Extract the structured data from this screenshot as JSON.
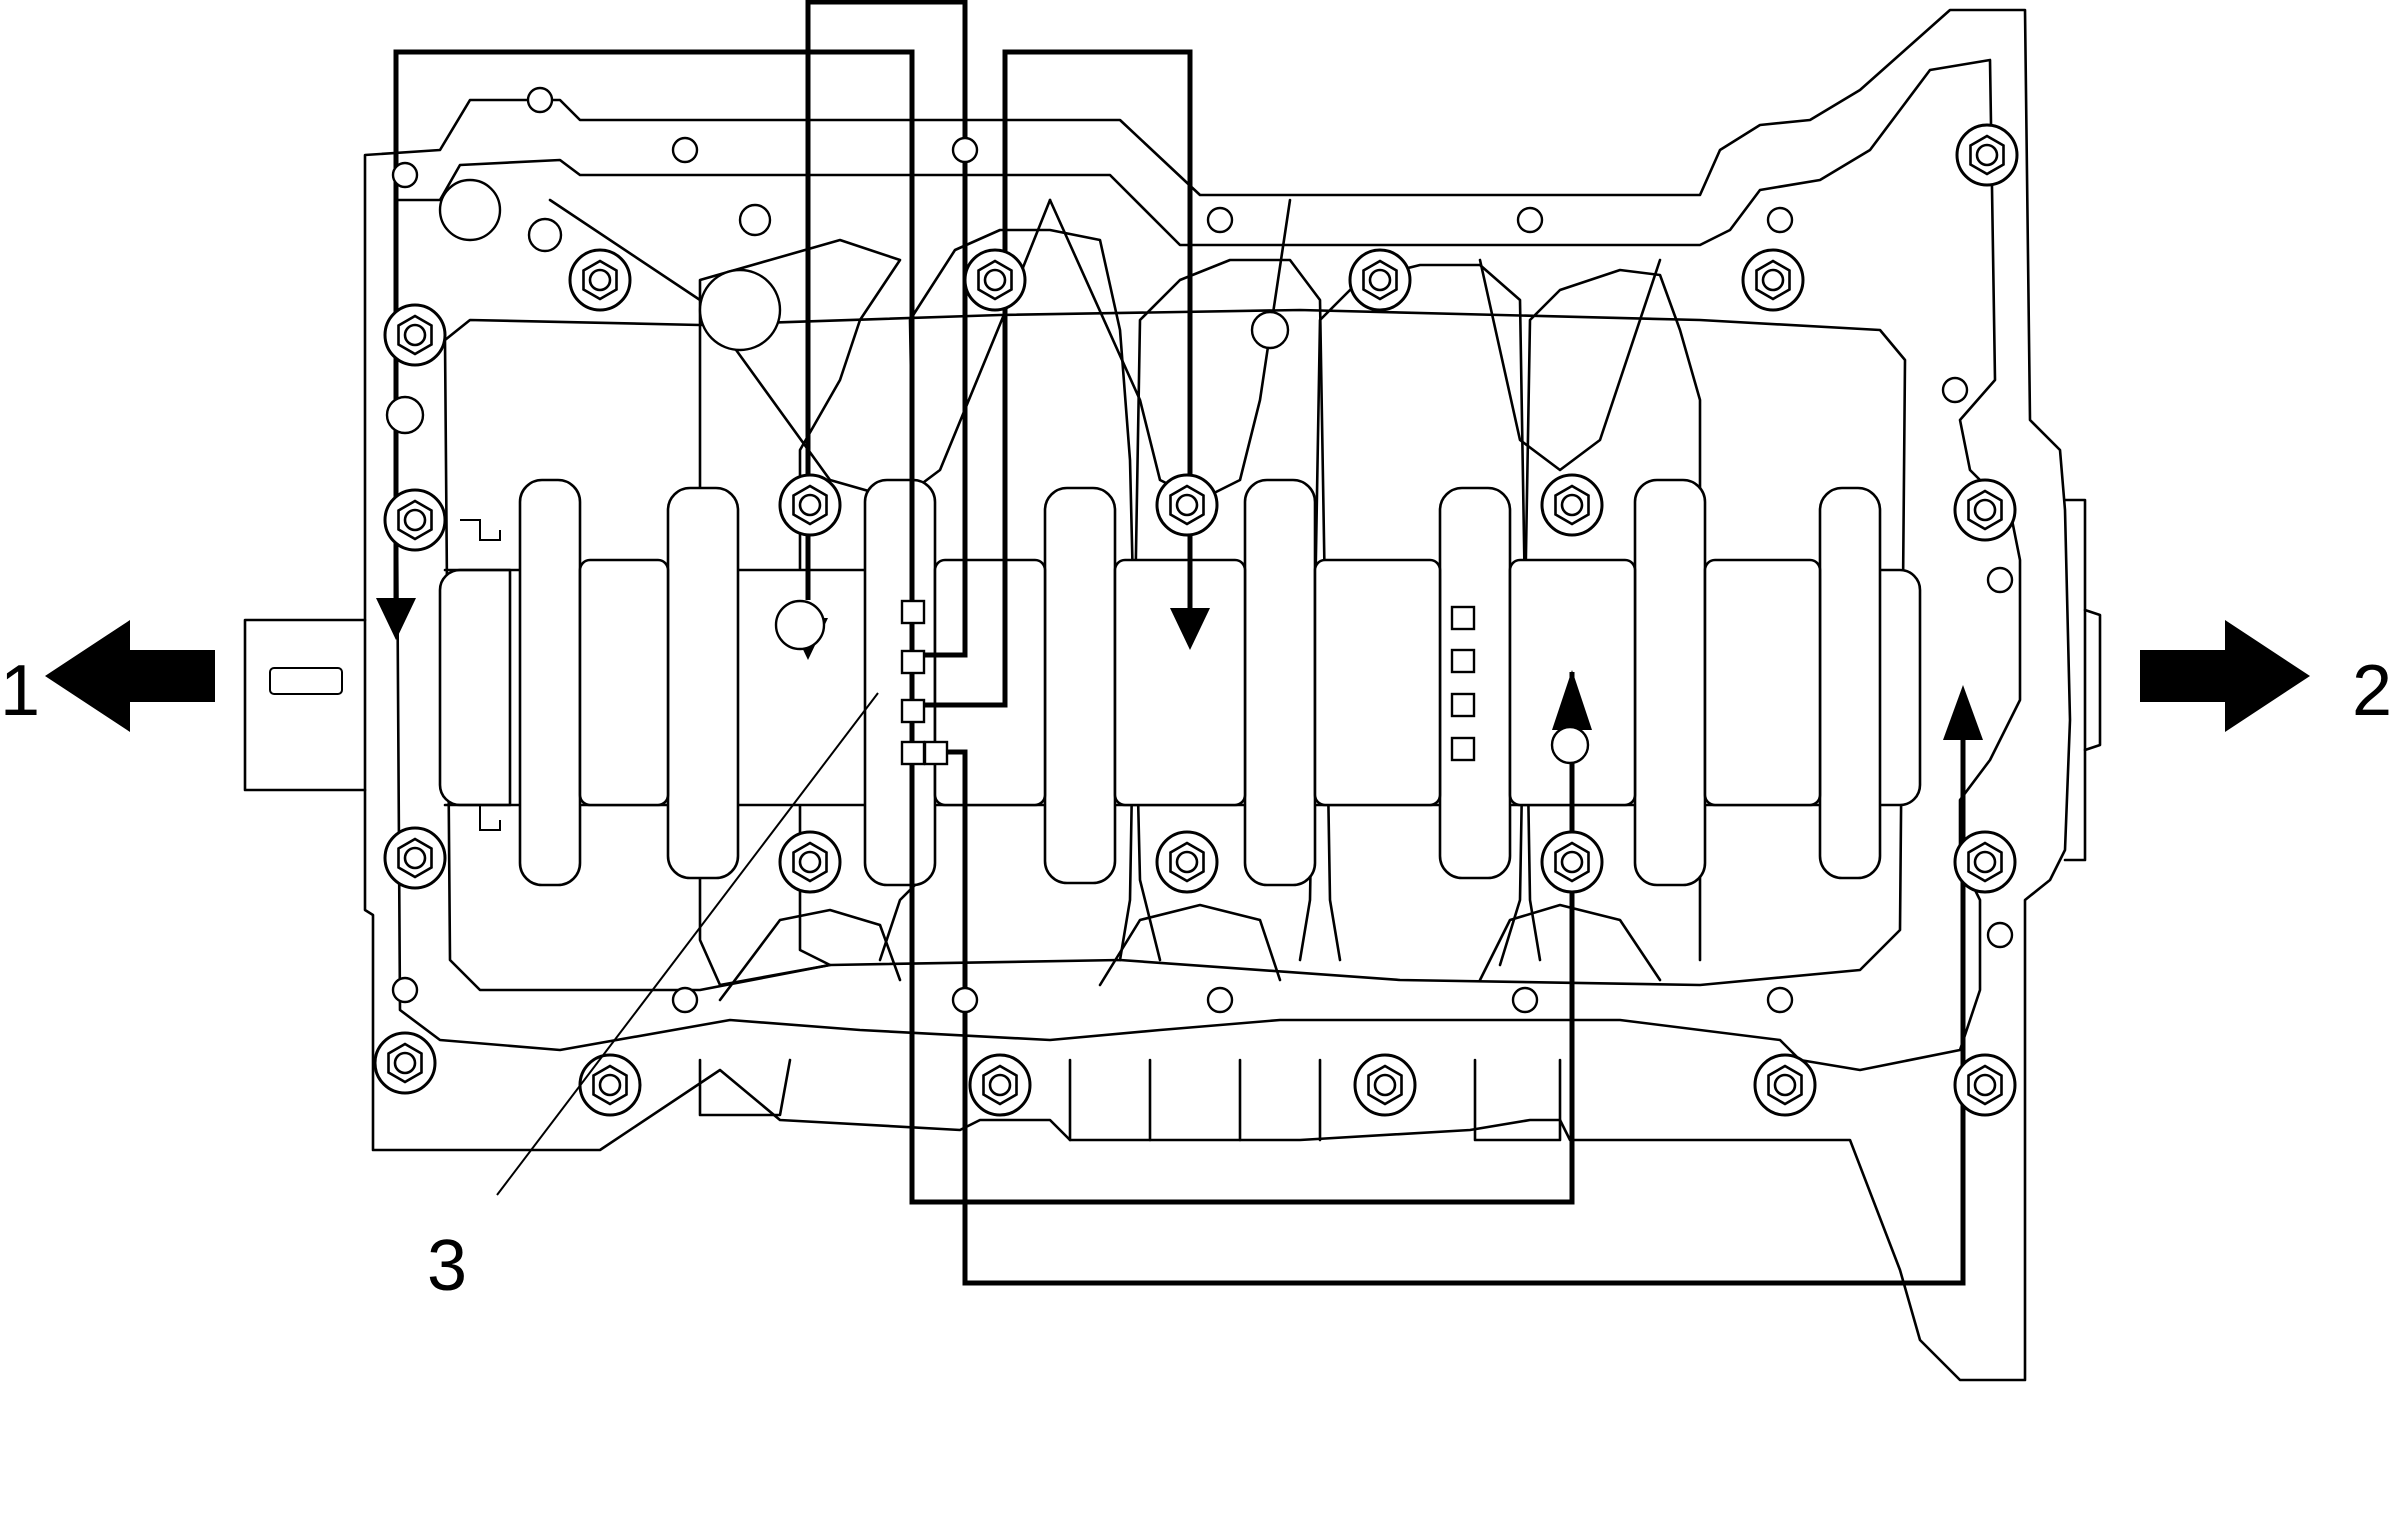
{
  "callouts": [
    {
      "id": "1",
      "text": "1"
    },
    {
      "id": "2",
      "text": "2"
    },
    {
      "id": "3",
      "text": "3"
    }
  ],
  "colors": {
    "line": "#000000",
    "background": "#ffffff"
  },
  "icons": {
    "left_arrow": "arrow-left-icon",
    "right_arrow": "arrow-right-icon",
    "bolt": "hex-bolt-icon"
  }
}
